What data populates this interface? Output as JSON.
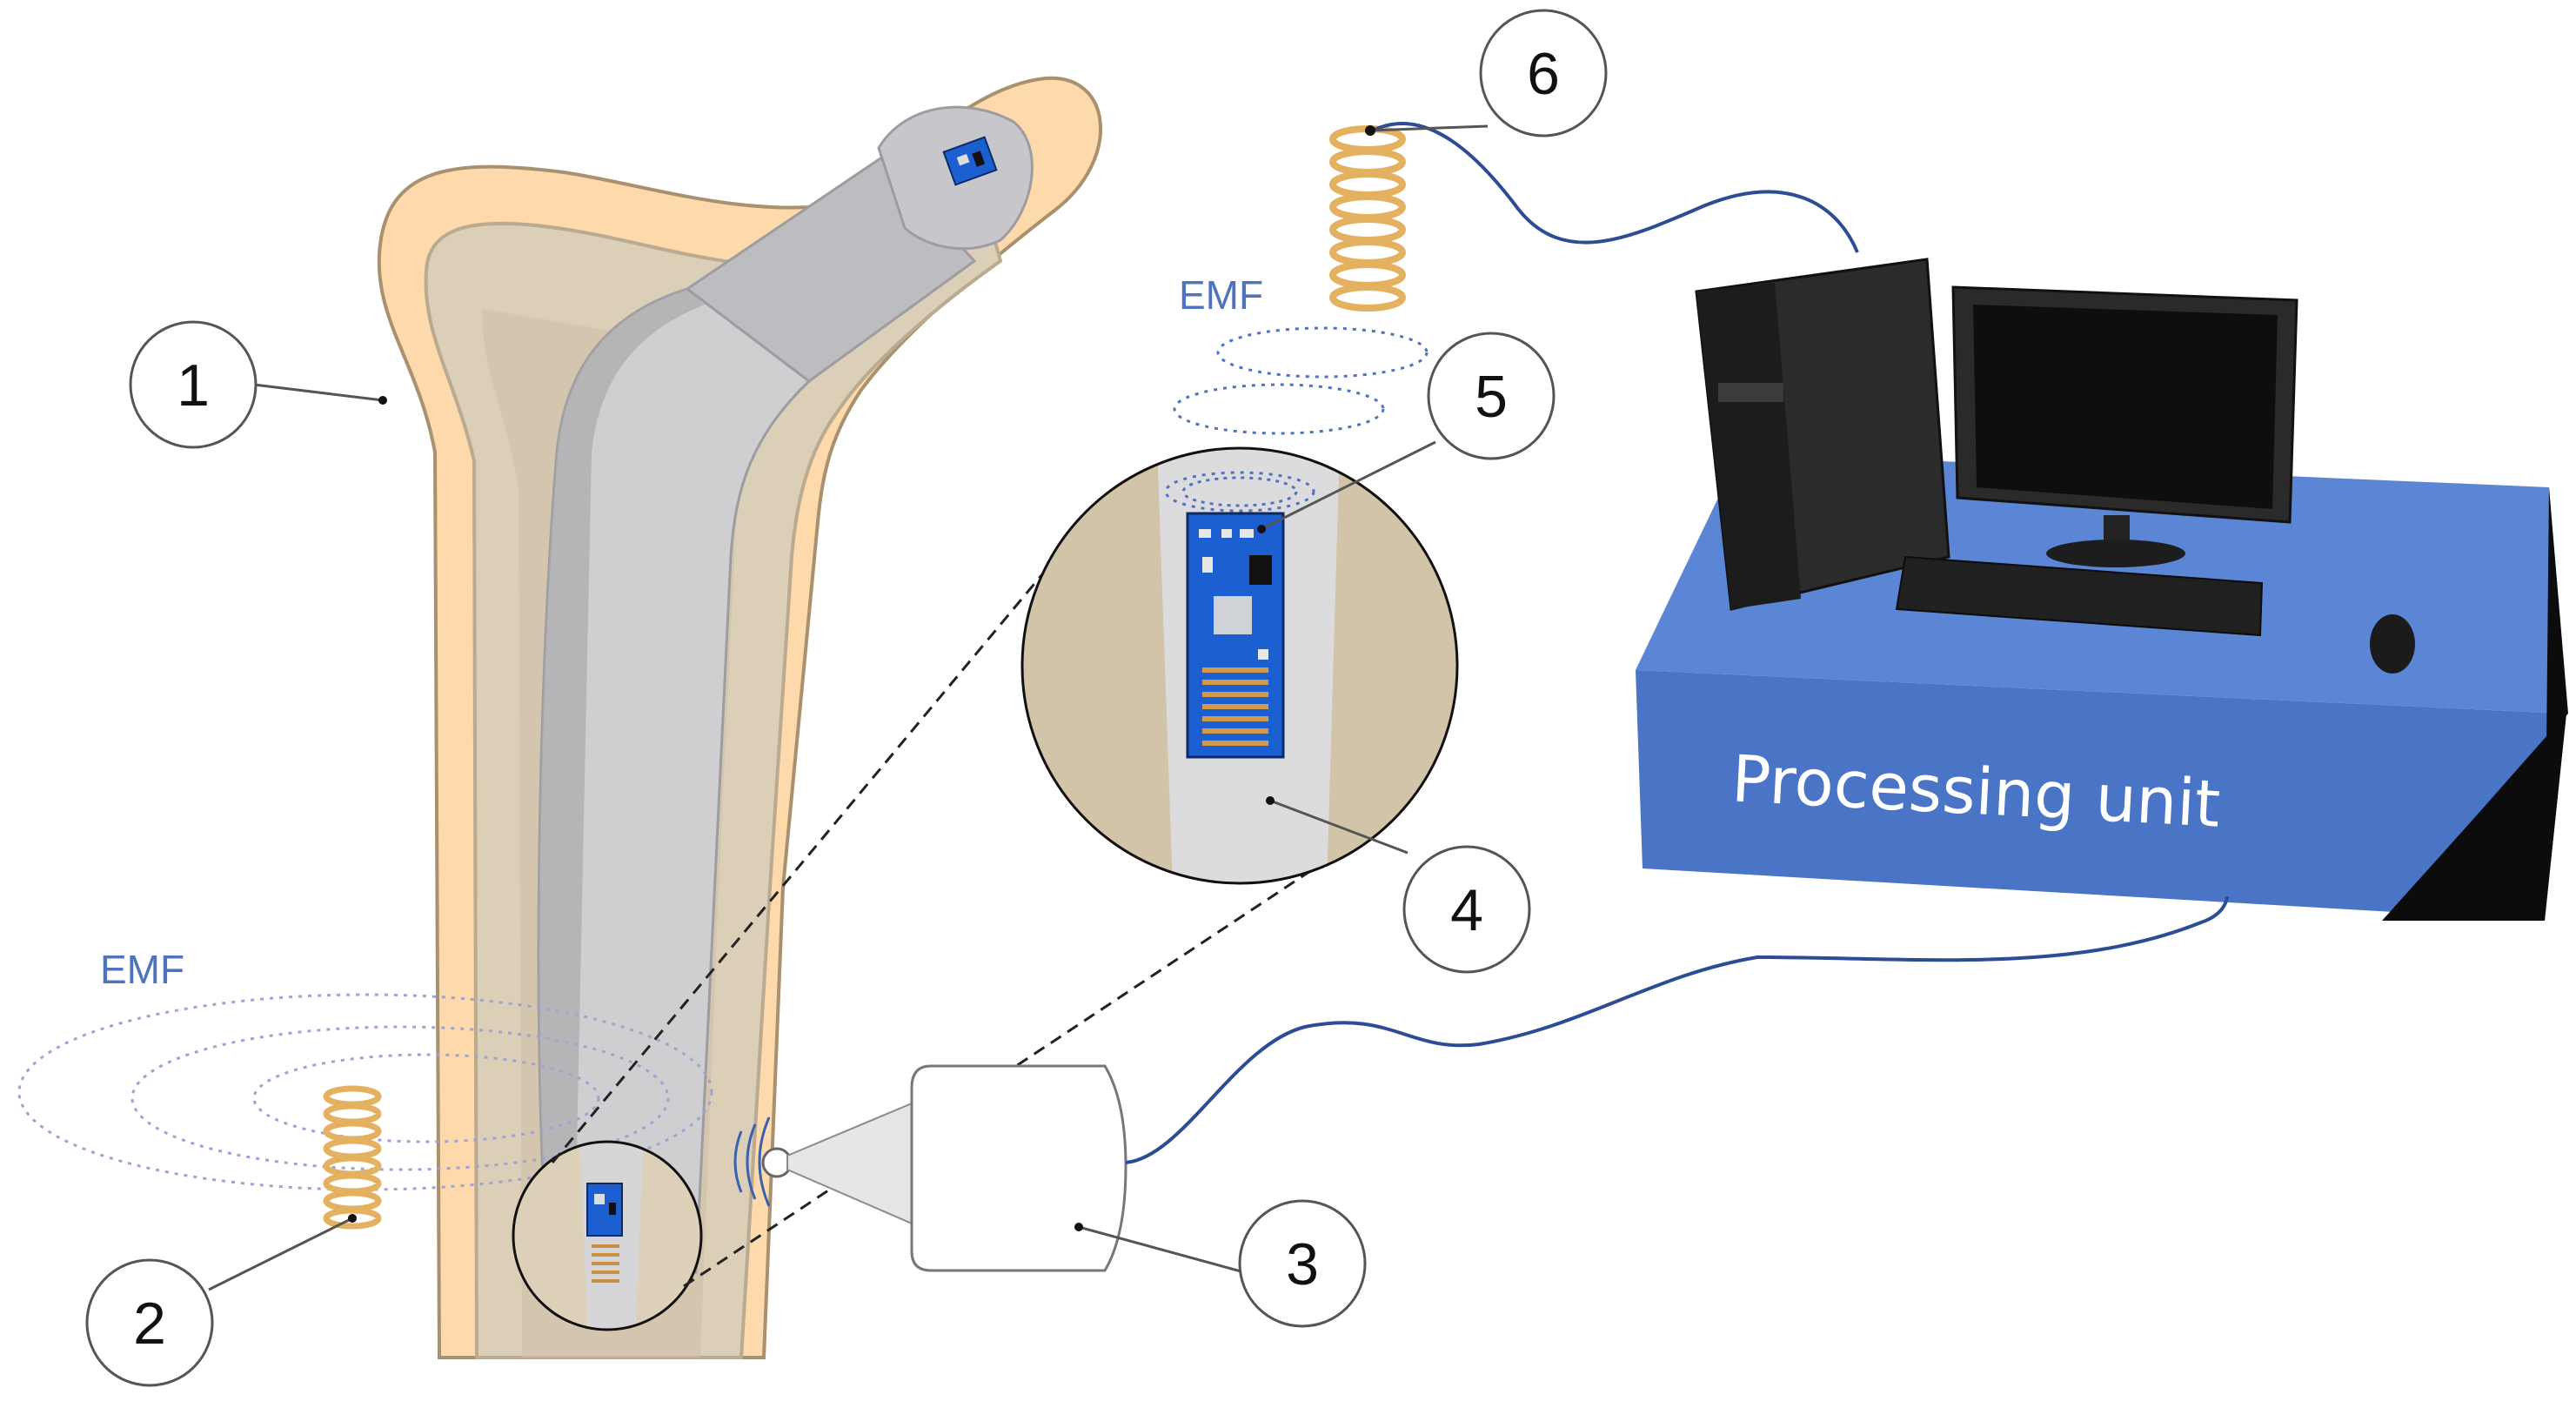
{
  "callouts": [
    {
      "number": "1"
    },
    {
      "number": "2"
    },
    {
      "number": "3"
    },
    {
      "number": "4"
    },
    {
      "number": "5"
    },
    {
      "number": "6"
    }
  ],
  "emf_labels": [
    "EMF",
    "EMF"
  ],
  "processing_unit": {
    "label": "Processing unit"
  },
  "colors": {
    "soft_tissue": "#fdd9ab",
    "soft_tissue_outline": "#a8916f",
    "bone": "#dccfb8",
    "bone_outline": "#b9aa90",
    "implant": "#cfcfd1",
    "implant_dark": "#a9a9ad",
    "emf": "#4f73bd",
    "coil": "#e4b160",
    "cable": "#2c4d93",
    "desk_top": "#5b86d6",
    "desk_front": "#4a74c6",
    "desk_side": "#0c0c0c"
  }
}
